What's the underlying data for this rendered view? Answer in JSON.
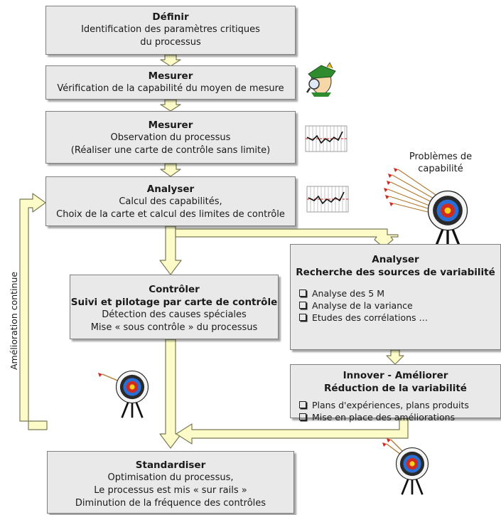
{
  "boxes": {
    "definir": {
      "title": "Définir",
      "lines": [
        "Identification des paramètres critiques",
        "du processus"
      ]
    },
    "mesurer1": {
      "title": "Mesurer",
      "lines": [
        "Vérification de la capabilité du moyen de mesure"
      ]
    },
    "mesurer2": {
      "title": "Mesurer",
      "lines": [
        "Observation du processus",
        "(Réaliser une carte de contrôle sans limite)"
      ]
    },
    "analyser1": {
      "title": "Analyser",
      "lines": [
        "Calcul des capabilités,",
        "Choix de la carte et calcul des limites de contrôle"
      ]
    },
    "controler": {
      "title": "Contrôler",
      "subtitle": "Suivi et pilotage par carte de contrôle",
      "lines": [
        "Détection des causes spéciales",
        "Mise « sous contrôle » du processus"
      ]
    },
    "analyser2": {
      "title": "Analyser",
      "subtitle": "Recherche des sources de variabilité",
      "items": [
        "Analyse des 5 M",
        "Analyse de la variance",
        "Etudes des corrélations …"
      ]
    },
    "innover": {
      "title": "Innover - Améliorer",
      "subtitle": "Réduction de la variabilité",
      "items": [
        "Plans d'expériences, plans produits",
        "Mise en place des améliorations"
      ]
    },
    "standardiser": {
      "title": "Standardiser",
      "lines": [
        "Optimisation du processus,",
        "Le processus est mis « sur rails »",
        "Diminution de la fréquence des contrôles"
      ]
    }
  },
  "labels": {
    "problemes_line1": "Problèmes de",
    "problemes_line2": "capabilité",
    "amelioration": "Amélioration continue"
  },
  "colors": {
    "box_fill": "#e9e9e9",
    "box_border": "#7f7f7f",
    "arrow_fill": "#fdfcc8",
    "arrow_stroke": "#7a7a55",
    "target_red": "#d22a1e",
    "target_blue": "#2a6fd6",
    "chart_red": "#d0201a"
  },
  "icons": [
    "inspector-icon",
    "control-chart-icon",
    "target-icon"
  ]
}
